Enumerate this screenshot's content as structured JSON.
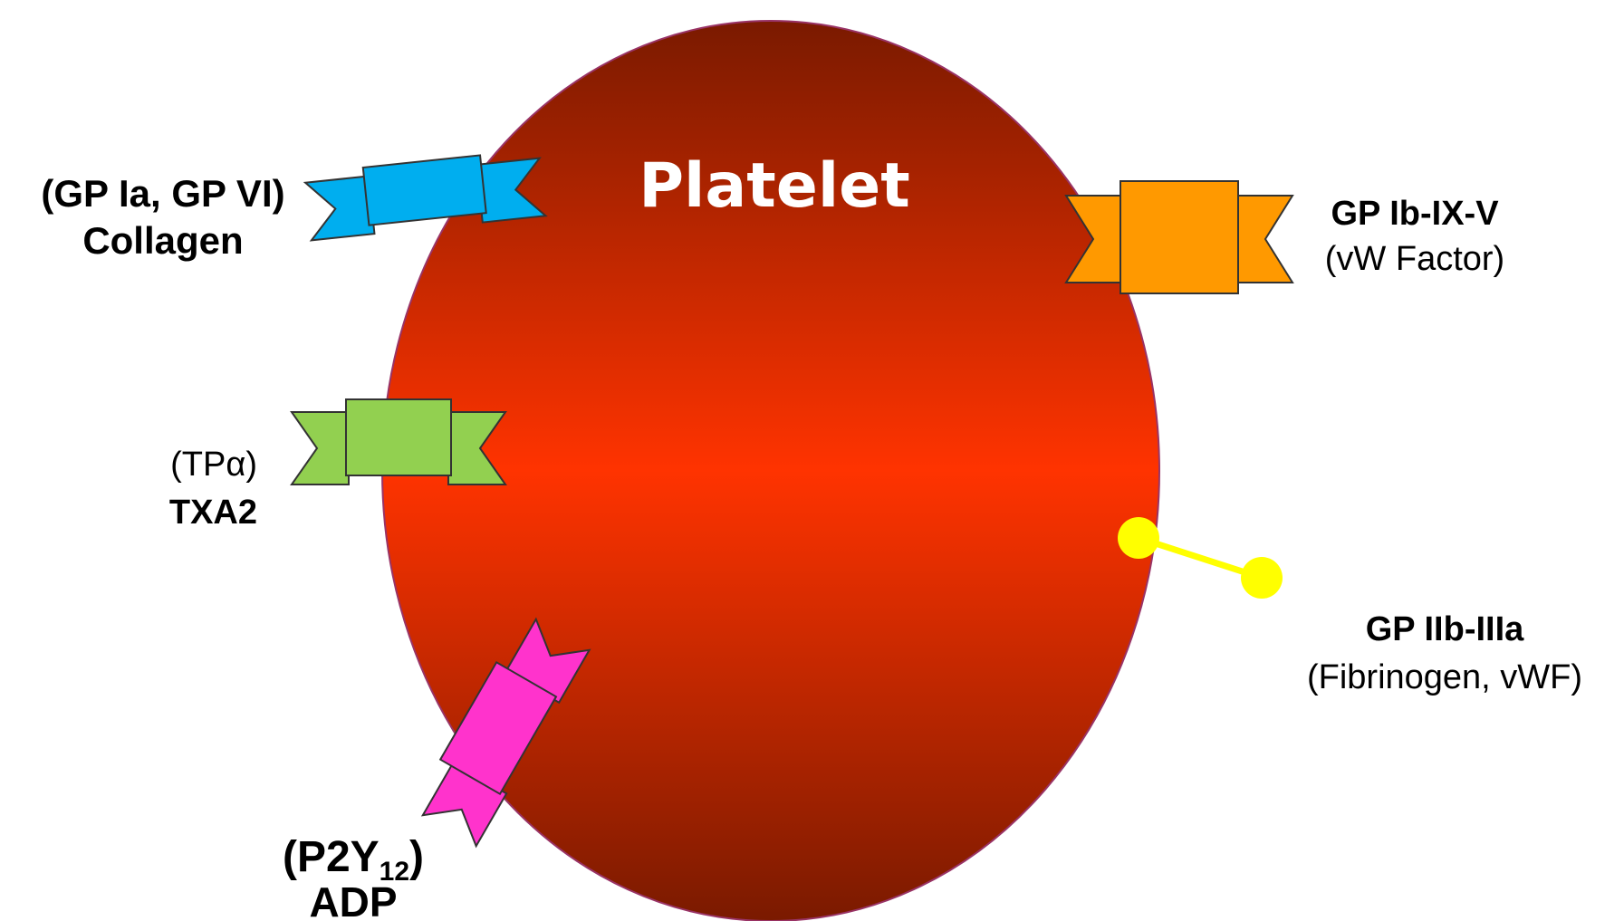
{
  "diagram": {
    "title": "Platelet",
    "receptors": [
      {
        "id": "collagen",
        "receptor": "(GP Ia, GP VI)",
        "ligand": "Collagen",
        "color": "#00AEEF"
      },
      {
        "id": "vwf",
        "receptor": "GP Ib-IX-V",
        "ligand": "(vW Factor)",
        "color": "#FF9900"
      },
      {
        "id": "txa2",
        "receptor": "(TPα)",
        "ligand": "TXA2",
        "color": "#92D050"
      },
      {
        "id": "fibrinogen",
        "receptor": "GP IIb-IIIa",
        "ligand": "(Fibrinogen, vWF)",
        "color": "#FFFF00"
      },
      {
        "id": "adp",
        "receptor_prefix": "(P2Y",
        "receptor_sub": "12",
        "receptor_suffix": ")",
        "ligand": "ADP",
        "color": "#FF33CC"
      }
    ],
    "cell_colors": {
      "center": "#FF3300",
      "edge": "#7A1A00",
      "outline": "#993366"
    }
  }
}
